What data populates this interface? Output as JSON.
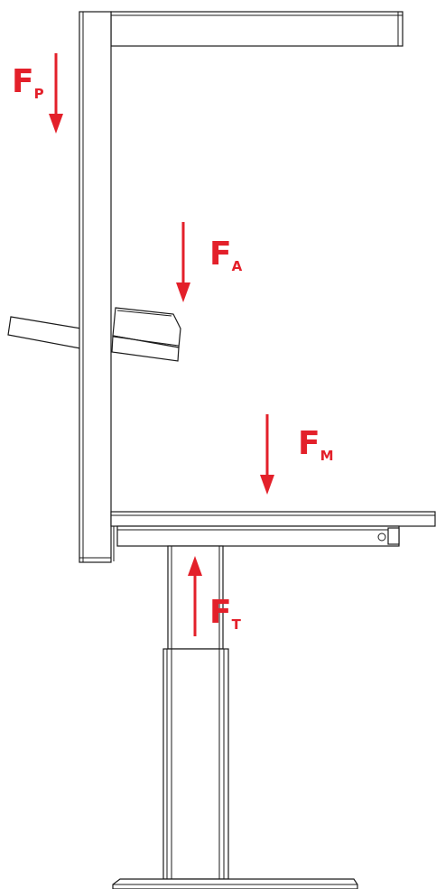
{
  "forces": [
    {
      "id": "FP",
      "letter": "F",
      "sub": "P"
    },
    {
      "id": "FA",
      "letter": "F",
      "sub": "A"
    },
    {
      "id": "FM",
      "letter": "F",
      "sub": "M"
    },
    {
      "id": "FT",
      "letter": "F",
      "sub": "T"
    }
  ],
  "colors": {
    "force": "#e3202a",
    "outline": "#1a1a1a",
    "background": "#ffffff"
  }
}
